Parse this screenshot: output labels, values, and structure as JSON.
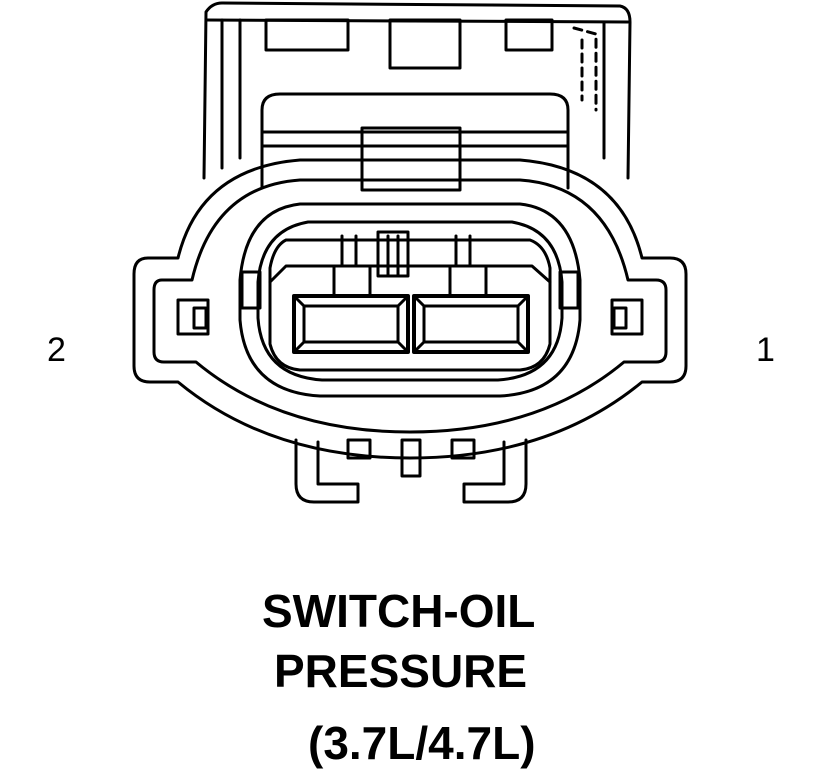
{
  "diagram": {
    "pin_labels": {
      "left": "2",
      "right": "1"
    },
    "title_lines": [
      "SWITCH-OIL",
      "PRESSURE",
      "(3.7L/4.7L)"
    ],
    "line_color": "#000000",
    "background_color": "#ffffff"
  }
}
